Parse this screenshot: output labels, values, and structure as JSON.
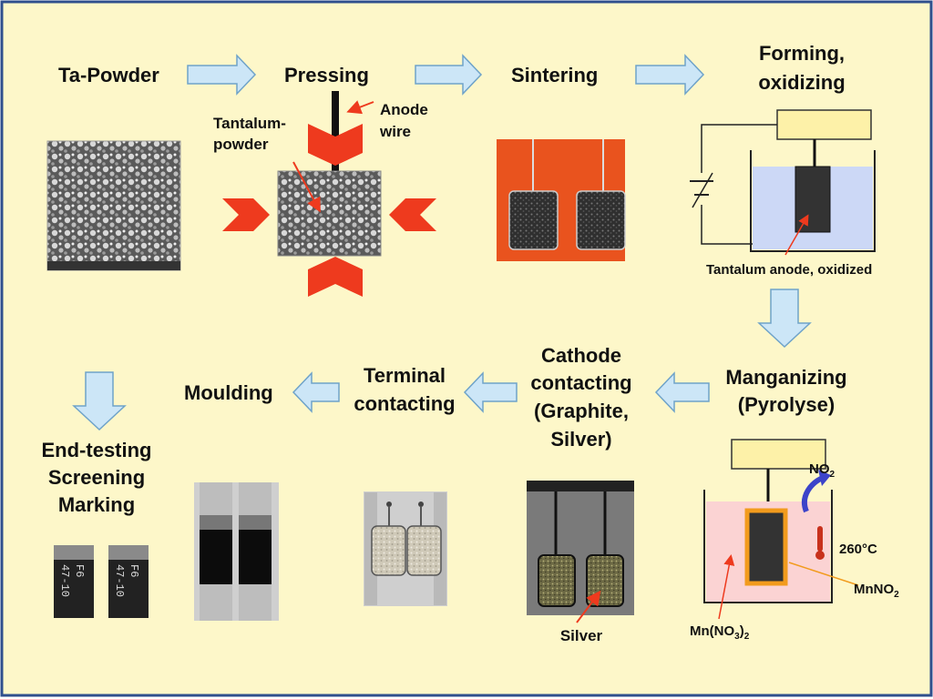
{
  "colors": {
    "background": "#FDF7C9",
    "frame": "#2F4F8C",
    "arrow_fill": "#CCE6F7",
    "arrow_stroke": "#6FA3C9",
    "press_red": "#EE3A1E",
    "sinter_bg": "#E9531E",
    "electrolyte_blue": "#CCD8F6",
    "electrolyte_pink": "#FBD3D3",
    "anode_dark": "#333333",
    "mno2_orange": "#F29B1D",
    "power_box": "#FDF1A8"
  },
  "steps": {
    "ta_powder": "Ta-Powder",
    "pressing": "Pressing",
    "sintering": "Sintering",
    "forming_1": "Forming,",
    "forming_2": "oxidizing",
    "manganizing_1": "Manganizing",
    "manganizing_2": "(Pyrolyse)",
    "cathode_1": "Cathode",
    "cathode_2": "contacting",
    "cathode_3": "(Graphite,",
    "cathode_4": "Silver)",
    "terminal_1": "Terminal",
    "terminal_2": "contacting",
    "moulding": "Moulding",
    "end_1": "End-testing",
    "end_2": "Screening",
    "end_3": "Marking"
  },
  "annotations": {
    "tantalum_powder_1": "Tantalum-",
    "tantalum_powder_2": "powder",
    "anode_wire_1": "Anode",
    "anode_wire_2": "wire",
    "tantalum_anode_oxidized": "Tantalum anode, oxidized",
    "no2_base": "NO",
    "no2_sub": "2",
    "temperature": "260°C",
    "mnno2_base": "MnNO",
    "mnno2_sub": "2",
    "mnno3_base": "Mn(NO",
    "mnno3_sub1": "3",
    "mnno3_close": ")",
    "mnno3_sub2": "2",
    "silver": "Silver"
  },
  "chip_markings": {
    "line1": "47-10",
    "line2": "F6"
  },
  "icons": [
    "arrow-right-icon",
    "arrow-down-icon",
    "arrow-left-icon",
    "battery-icon",
    "thermometer-icon",
    "gas-arrow-icon"
  ]
}
